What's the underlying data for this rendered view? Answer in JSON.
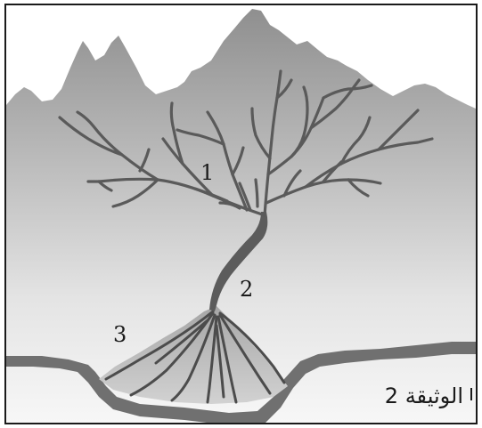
{
  "labels": {
    "zone_1": "1",
    "zone_2": "2",
    "zone_3": "3"
  },
  "document_label": "الوثيقة 2",
  "colors": {
    "mountain_top": "#9a9a9a",
    "mountain_bottom": "#f2f2f2",
    "branch": "#5f5f5f",
    "ground": "#6e6e6e",
    "fan": "#b8b8b8",
    "frame": "#1a1a1a"
  }
}
